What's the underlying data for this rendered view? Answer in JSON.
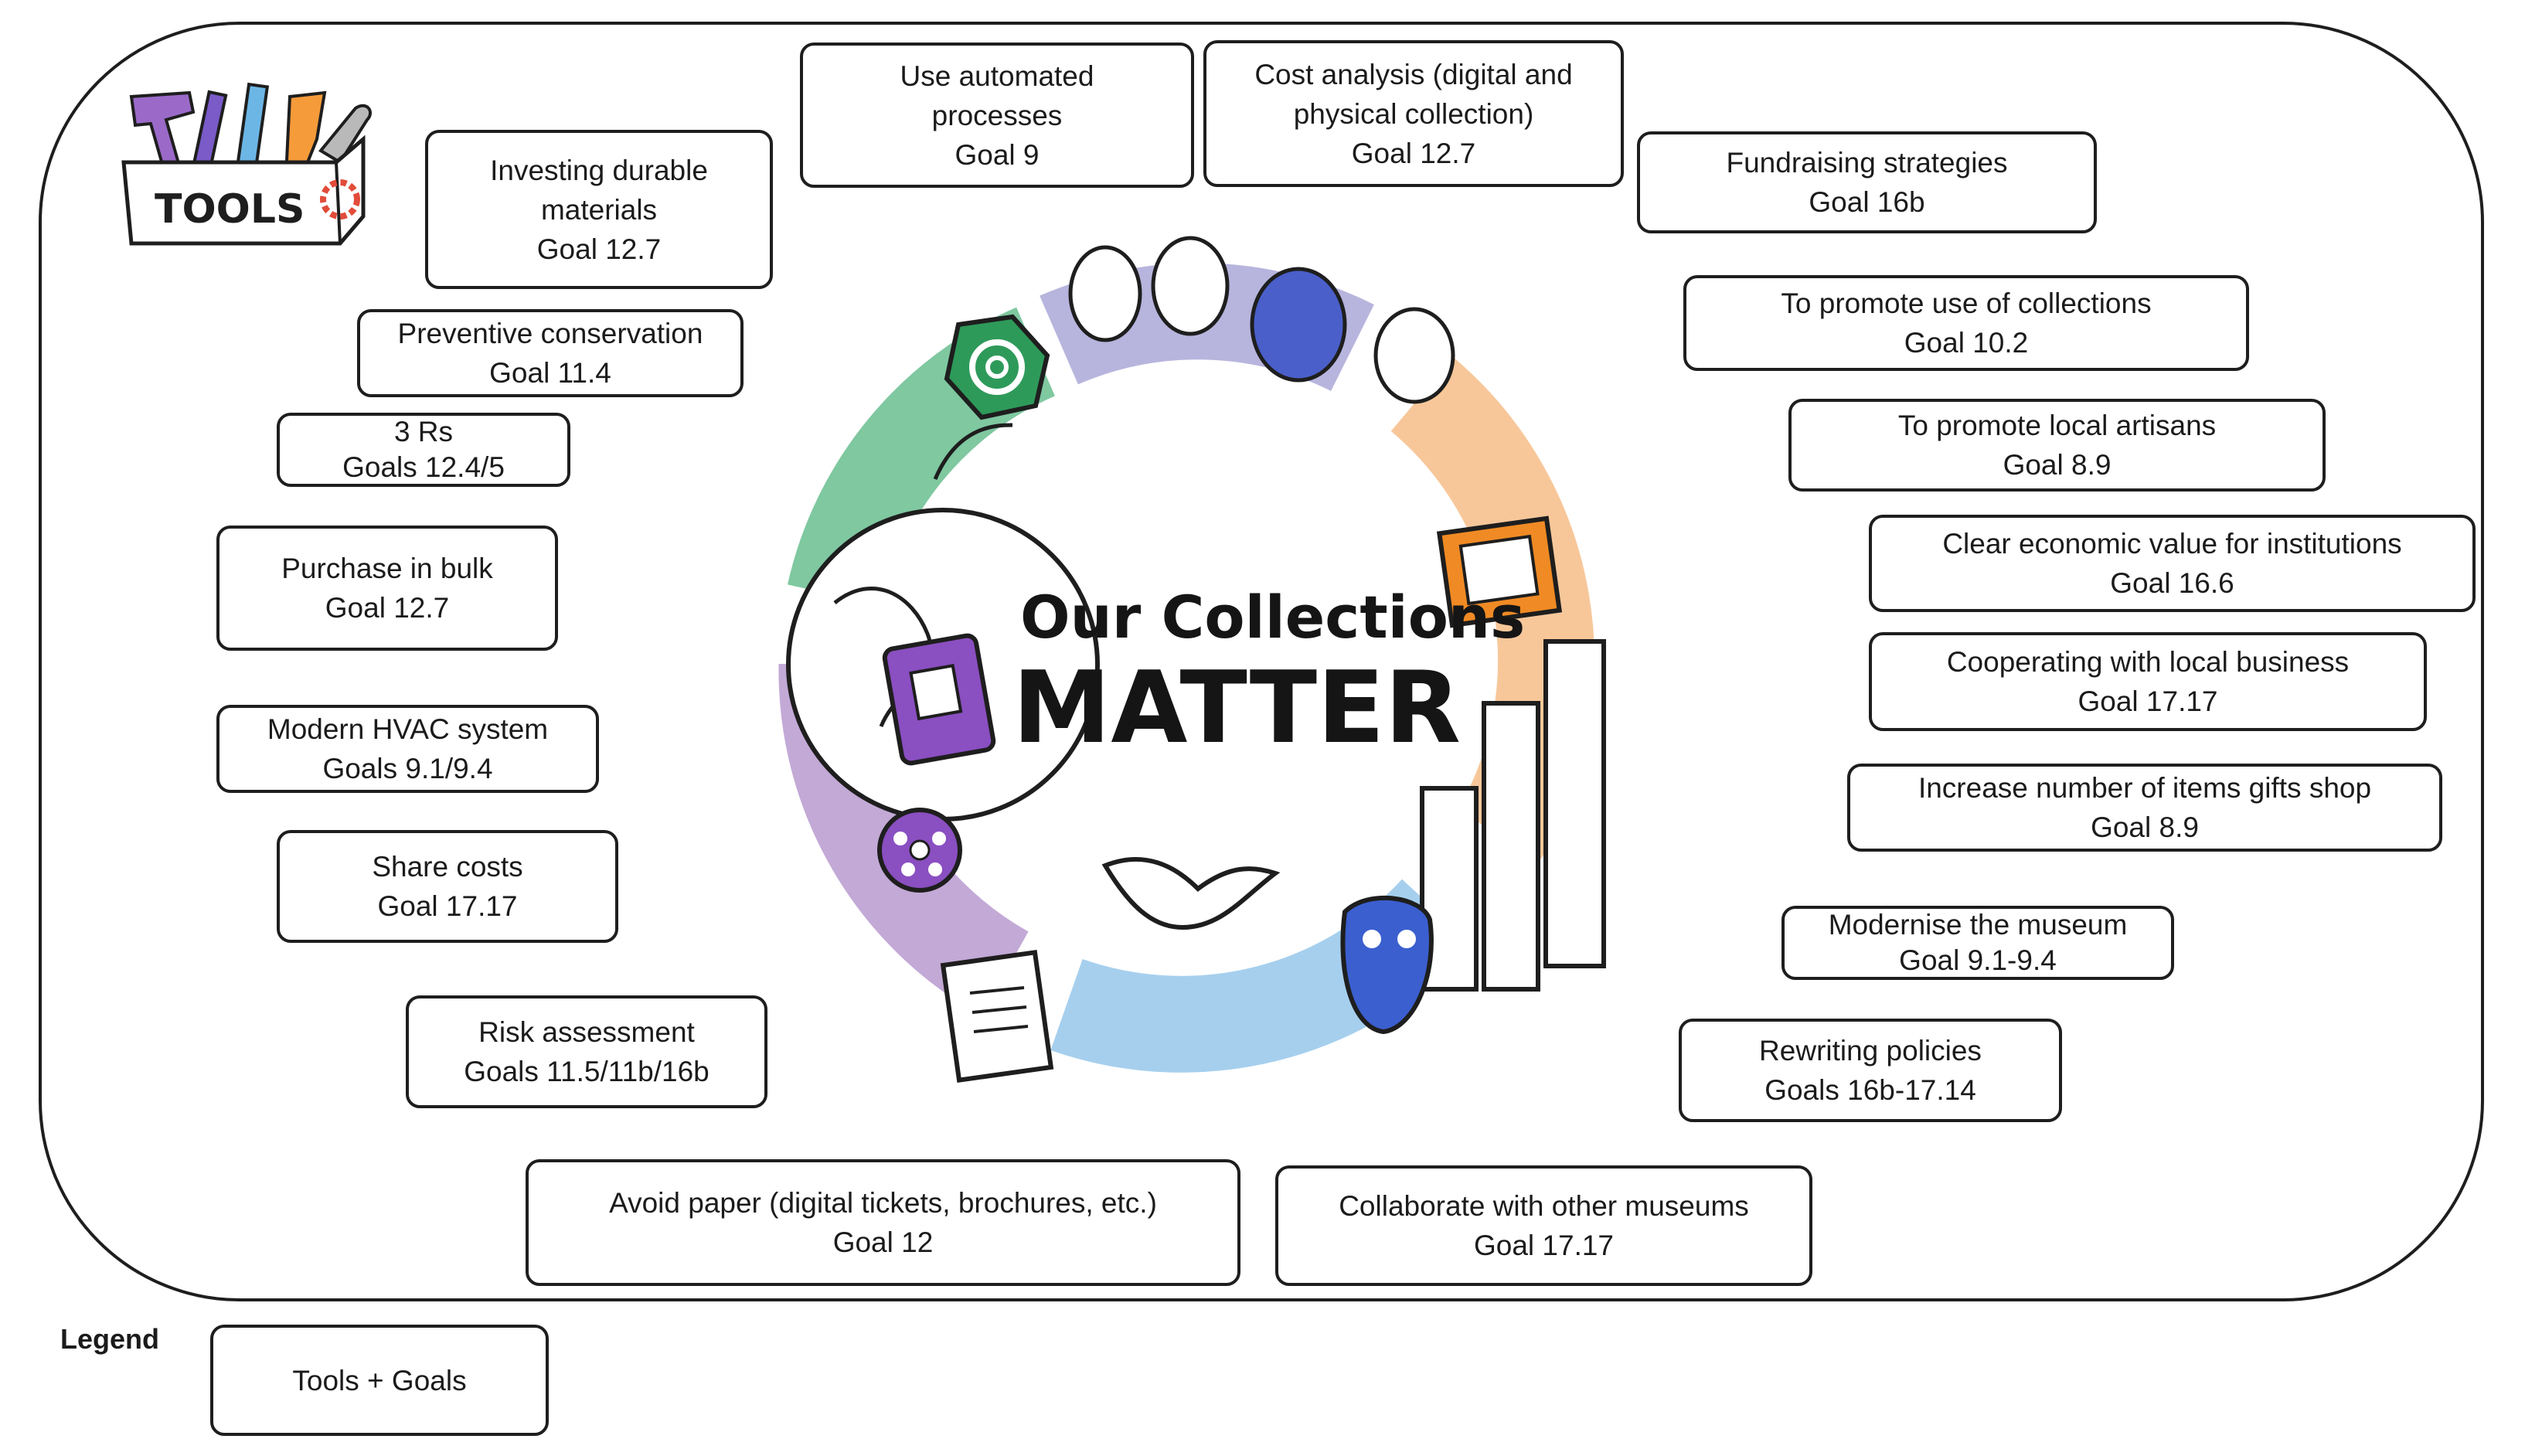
{
  "center": {
    "title_line1": "Our Collections",
    "title_line2": "MATTER"
  },
  "toolbox": {
    "label": "TOOLS",
    "icon": "toolbox-icon"
  },
  "legend": {
    "title": "Legend",
    "box_line1": "Tools + Goals"
  },
  "tools": [
    {
      "id": "investing-durable-materials",
      "line1": "Investing durable",
      "line2": "materials",
      "line3": "Goal 12.7"
    },
    {
      "id": "use-automated-processes",
      "line1": "Use automated",
      "line2": "processes",
      "line3": "Goal 9"
    },
    {
      "id": "cost-analysis",
      "line1": "Cost analysis (digital and",
      "line2": "physical collection)",
      "line3": "Goal 12.7"
    },
    {
      "id": "fundraising-strategies",
      "line1": "Fundraising strategies",
      "line2": "Goal 16b"
    },
    {
      "id": "preventive-conservation",
      "line1": "Preventive conservation",
      "line2": "Goal 11.4"
    },
    {
      "id": "three-rs",
      "line1": "3 Rs",
      "line2": "Goals 12.4/5"
    },
    {
      "id": "purchase-in-bulk",
      "line1": "Purchase in bulk",
      "line2": "Goal 12.7"
    },
    {
      "id": "modern-hvac-system",
      "line1": "Modern HVAC system",
      "line2": "Goals 9.1/9.4"
    },
    {
      "id": "share-costs",
      "line1": "Share costs",
      "line2": "Goal 17.17"
    },
    {
      "id": "risk-assessment",
      "line1": "Risk assessment",
      "line2": "Goals 11.5/11b/16b"
    },
    {
      "id": "avoid-paper",
      "line1": "Avoid paper (digital tickets, brochures, etc.)",
      "line2": "Goal 12"
    },
    {
      "id": "collaborate-with-other-museums",
      "line1": "Collaborate with other museums",
      "line2": "Goal 17.17"
    },
    {
      "id": "promote-use-of-collections",
      "line1": "To promote use of collections",
      "line2": "Goal  10.2"
    },
    {
      "id": "promote-local-artisans",
      "line1": "To promote local artisans",
      "line2": "Goal  8.9"
    },
    {
      "id": "clear-economic-value",
      "line1": "Clear economic value for institutions",
      "line2": "Goal 16.6"
    },
    {
      "id": "cooperating-with-local-business",
      "line1": "Cooperating with local business",
      "line2": "Goal 17.17"
    },
    {
      "id": "increase-items-gift-shop",
      "line1": "Increase number of items gifts shop",
      "line2": "Goal 8.9"
    },
    {
      "id": "modernise-the-museum",
      "line1": "Modernise the museum",
      "line2": "Goal 9.1-9.4"
    },
    {
      "id": "rewriting-policies",
      "line1": "Rewriting policies",
      "line2": "Goals 16b-17.14"
    }
  ],
  "colors": {
    "green": "#7fc8a0",
    "lavender": "#b7b5dd",
    "orange": "#f7c79a",
    "blue": "#a6cfee",
    "purple": "#c3a9d6",
    "accent_green": "#2e9a5a",
    "accent_purple": "#8a4fc1",
    "accent_orange": "#f08a24",
    "accent_blue": "#3b5fcf"
  }
}
